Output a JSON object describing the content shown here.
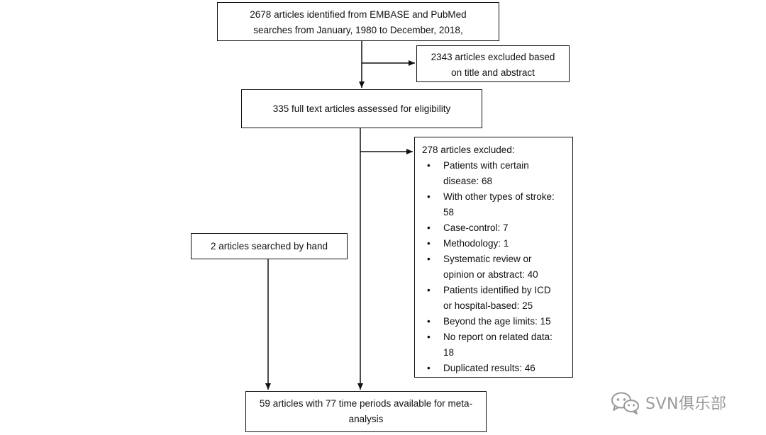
{
  "boxes": {
    "identified": {
      "line1": "2678 articles identified from EMBASE and PubMed",
      "line2": "searches from January, 1980 to December, 2018,"
    },
    "excluded_title": {
      "line1": "2343 articles excluded based",
      "line2": "on title and abstract"
    },
    "full_text": "335 full text articles assessed for eligibility",
    "excluded_full": {
      "heading": "278 articles excluded:",
      "items": [
        {
          "line1": "Patients with certain",
          "line2": "disease: 68"
        },
        {
          "line1": "With other types of stroke:",
          "line2": "58"
        },
        {
          "line1": "Case-control: 7",
          "line2": ""
        },
        {
          "line1": "Methodology: 1",
          "line2": ""
        },
        {
          "line1": "Systematic review or",
          "line2": "opinion or abstract: 40"
        },
        {
          "line1": "Patients identified by ICD",
          "line2": "or hospital-based: 25"
        },
        {
          "line1": "Beyond the age limits: 15",
          "line2": ""
        },
        {
          "line1": "No report on related data:",
          "line2": "18"
        },
        {
          "line1": "Duplicated results: 46",
          "line2": ""
        }
      ],
      "bullet": "•"
    },
    "hand_search": "2 articles searched by hand",
    "final": {
      "line1": "59 articles with 77 time periods available for meta-",
      "line2": "analysis"
    }
  },
  "watermark": {
    "text": "SVN俱乐部",
    "icon": "wechat-icon"
  },
  "colors": {
    "line": "#111111",
    "watermark": "#9a9a9a"
  }
}
